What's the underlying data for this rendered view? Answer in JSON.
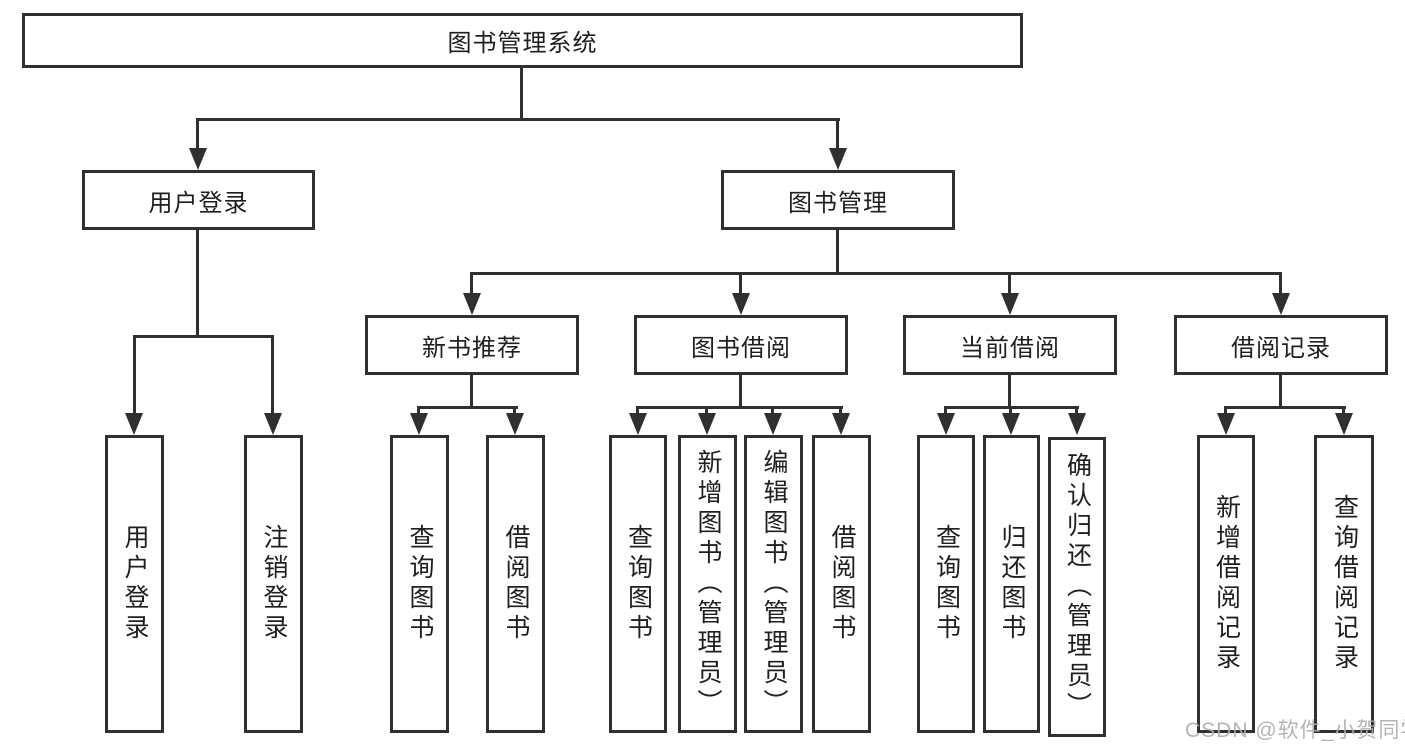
{
  "colors": {
    "line": "#303030",
    "text": "#1f1f1f",
    "background": "#ffffff",
    "watermark": "#aeaeae"
  },
  "watermark": "CSDN @软件_小贺同学",
  "tree": {
    "root": "图书管理系统",
    "login": {
      "label": "用户登录",
      "children": [
        "用户登录",
        "注销登录"
      ]
    },
    "management": {
      "label": "图书管理",
      "groups": [
        {
          "label": "新书推荐",
          "children": [
            "查询图书",
            "借阅图书"
          ]
        },
        {
          "label": "图书借阅",
          "children": [
            "查询图书",
            "新增图书（管理员）",
            "编辑图书（管理员）",
            "借阅图书"
          ]
        },
        {
          "label": "当前借阅",
          "children": [
            "查询图书",
            "归还图书",
            "确认归还（管理员）"
          ]
        },
        {
          "label": "借阅记录",
          "children": [
            "新增借阅记录",
            "查询借阅记录"
          ]
        }
      ]
    }
  }
}
